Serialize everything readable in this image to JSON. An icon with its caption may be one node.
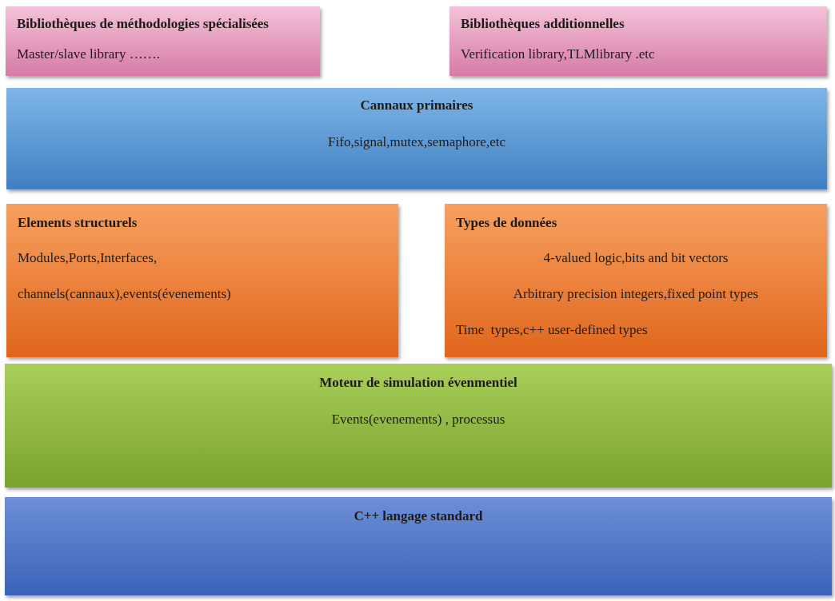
{
  "diagram": {
    "nodes": [
      {
        "text": [
          "Bibliothèques de méthodologies spécialisées",
          "Master/slave library ……."
        ]
      },
      {
        "text": [
          "Bibliothèques additionnelles",
          "Verification library,TLMlibrary .etc"
        ]
      },
      {
        "text": [
          "Cannaux primaires",
          "Fifo,signal,mutex,semaphore,etc"
        ]
      },
      {
        "text": [
          "Elements structurels",
          "Modules,Ports,Interfaces,",
          "channels(cannaux),events(évenements)"
        ]
      },
      {
        "text": [
          "Types de données",
          "4-valued logic,bits and bit vectors",
          "Arbitrary precision integers,fixed point types",
          "Time  types,c++ user-defined types"
        ]
      },
      {
        "text": [
          "Moteur de simulation évenmentiel",
          "Events(evenements) , processus"
        ]
      },
      {
        "text": [
          "C++ langage standard"
        ]
      }
    ]
  }
}
